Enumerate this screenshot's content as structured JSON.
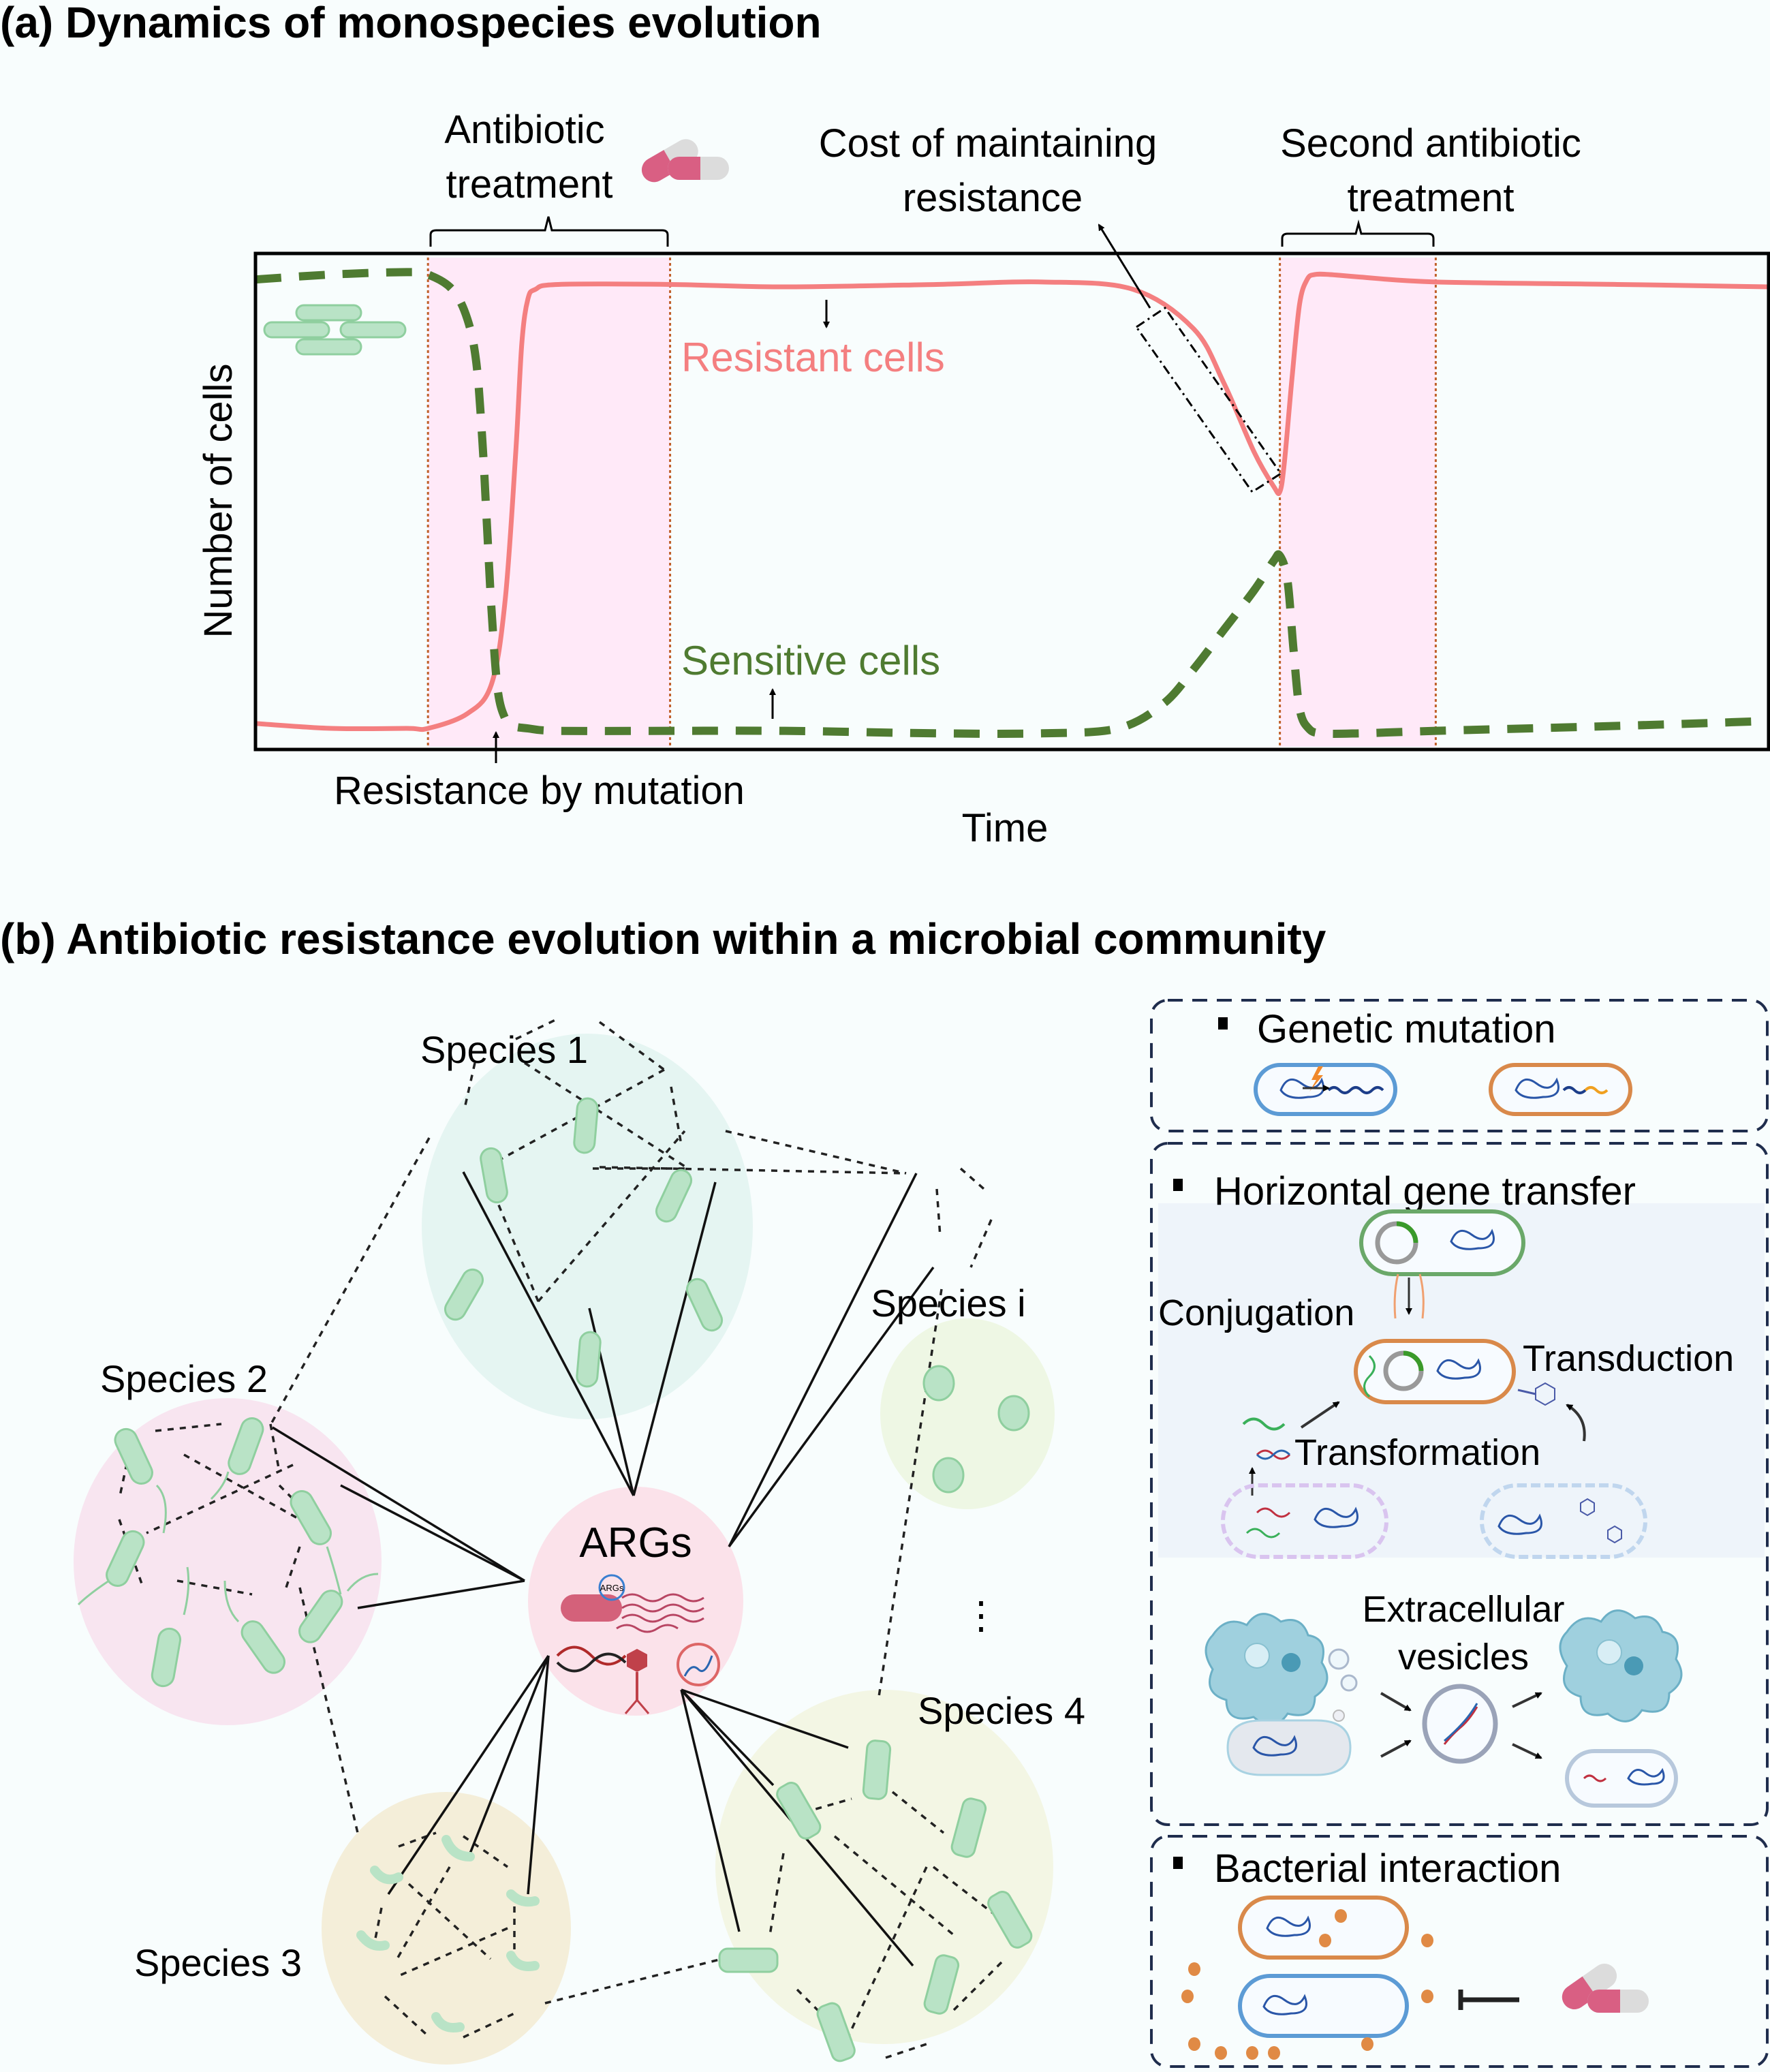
{
  "panel_a": {
    "title": "(a) Dynamics of monospecies evolution",
    "annotations": {
      "treatment1_line1": "Antibiotic",
      "treatment1_line2": "treatment",
      "cost_line1": "Cost of maintaining",
      "cost_line2": "resistance",
      "treatment2_line1": "Second antibiotic",
      "treatment2_line2": "treatment",
      "resistance_by_mutation": "Resistance by mutation"
    },
    "icons": [
      "antibiotic-pill-icon",
      "bacteria-cluster-icon"
    ]
  },
  "chart_data": {
    "type": "line",
    "title": "(a) Dynamics of monospecies evolution",
    "xlabel": "Time",
    "ylabel": "Number of cells",
    "xlim": [
      0,
      100
    ],
    "ylim": [
      0,
      1
    ],
    "grid": false,
    "shaded_regions": [
      {
        "name": "Antibiotic treatment",
        "x": [
          11.4,
          27.4
        ],
        "color": "#ffe9f8"
      },
      {
        "name": "Second antibiotic treatment",
        "x": [
          67.7,
          78.0
        ],
        "color": "#ffe9f8"
      }
    ],
    "series": [
      {
        "name": "Resistant cells",
        "style": "solid",
        "color": "#f47f80",
        "x": [
          0,
          5,
          10,
          11.4,
          14,
          15.6,
          16.5,
          17.2,
          17.6,
          18,
          18.5,
          20,
          27.4,
          35,
          45,
          52,
          58,
          62,
          64,
          66,
          67.3,
          67.7,
          68,
          68.5,
          69,
          69.5,
          70,
          71,
          73,
          78,
          90,
          100
        ],
        "y": [
          0.05,
          0.04,
          0.04,
          0.04,
          0.07,
          0.13,
          0.3,
          0.6,
          0.82,
          0.91,
          0.93,
          0.94,
          0.94,
          0.935,
          0.94,
          0.945,
          0.93,
          0.85,
          0.74,
          0.6,
          0.53,
          0.52,
          0.58,
          0.75,
          0.9,
          0.95,
          0.96,
          0.96,
          0.955,
          0.945,
          0.94,
          0.935
        ]
      },
      {
        "name": "Sensitive cells",
        "style": "dashed",
        "color": "#4f7b31",
        "x": [
          0,
          5,
          10,
          11.4,
          13,
          14,
          14.6,
          15,
          15.3,
          15.6,
          16,
          16.5,
          17,
          18,
          20,
          27.4,
          35,
          45,
          52,
          57,
          60,
          62,
          64,
          66,
          67.3,
          67.7,
          68.2,
          68.6,
          69,
          69.6,
          70.5,
          73,
          78,
          90,
          100
        ],
        "y": [
          0.95,
          0.96,
          0.965,
          0.96,
          0.93,
          0.87,
          0.78,
          0.62,
          0.45,
          0.28,
          0.12,
          0.06,
          0.045,
          0.04,
          0.035,
          0.035,
          0.035,
          0.03,
          0.03,
          0.04,
          0.09,
          0.16,
          0.24,
          0.32,
          0.38,
          0.39,
          0.34,
          0.2,
          0.08,
          0.04,
          0.03,
          0.03,
          0.035,
          0.045,
          0.055
        ]
      }
    ],
    "labels": [
      {
        "text": "Resistant cells",
        "color": "#f47f80"
      },
      {
        "text": "Sensitive cells",
        "color": "#4f7b31"
      }
    ]
  },
  "panel_b": {
    "title": "(b) Antibiotic resistance evolution within a microbial community",
    "hub": {
      "label": "ARGs",
      "plasmid_label": "ARGs"
    },
    "species": [
      {
        "label": "Species 1",
        "color": "#e5f5f2"
      },
      {
        "label": "Species 2",
        "color": "#f8e5f0"
      },
      {
        "label": "Species 3",
        "color": "#f4eed9"
      },
      {
        "label": "Species 4",
        "color": "#f3f6e4"
      },
      {
        "label": "Species i",
        "color": "#eef7e4"
      }
    ],
    "ellipsis": "⋮",
    "mechanisms": {
      "genetic_mutation": {
        "title": "Genetic mutation"
      },
      "hgt": {
        "title": "Horizontal gene transfer",
        "conjugation": "Conjugation",
        "transduction": "Transduction",
        "transformation": "Transformation",
        "ev_line1": "Extracellular",
        "ev_line2": "vesicles"
      },
      "bacterial_interaction": {
        "title": "Bacterial interaction"
      }
    }
  }
}
